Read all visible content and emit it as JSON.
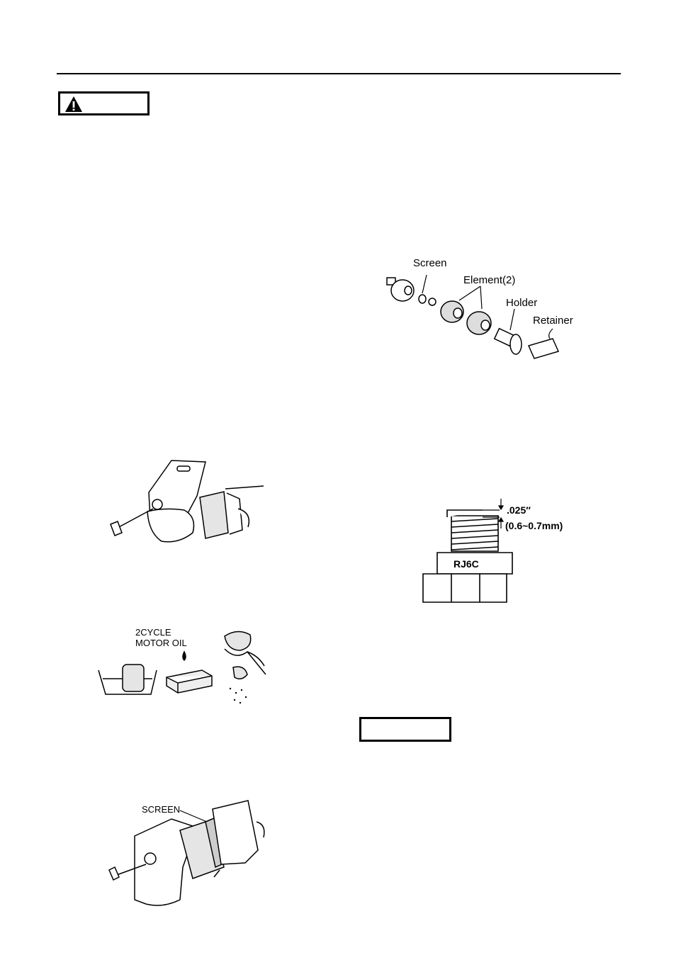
{
  "filter_diagram": {
    "screen": "Screen",
    "element": "Element(2)",
    "holder": "Holder",
    "retainer": "Retainer"
  },
  "spark_plug": {
    "gap_in": ".025″",
    "gap_mm": "(0.6~0.7mm)",
    "model": "RJ6C"
  },
  "oil_figure": {
    "line1": "2CYCLE",
    "line2": "MOTOR OIL"
  },
  "screen_figure": {
    "label": "SCREEN"
  },
  "icons": [
    "warning-triangle-icon"
  ]
}
